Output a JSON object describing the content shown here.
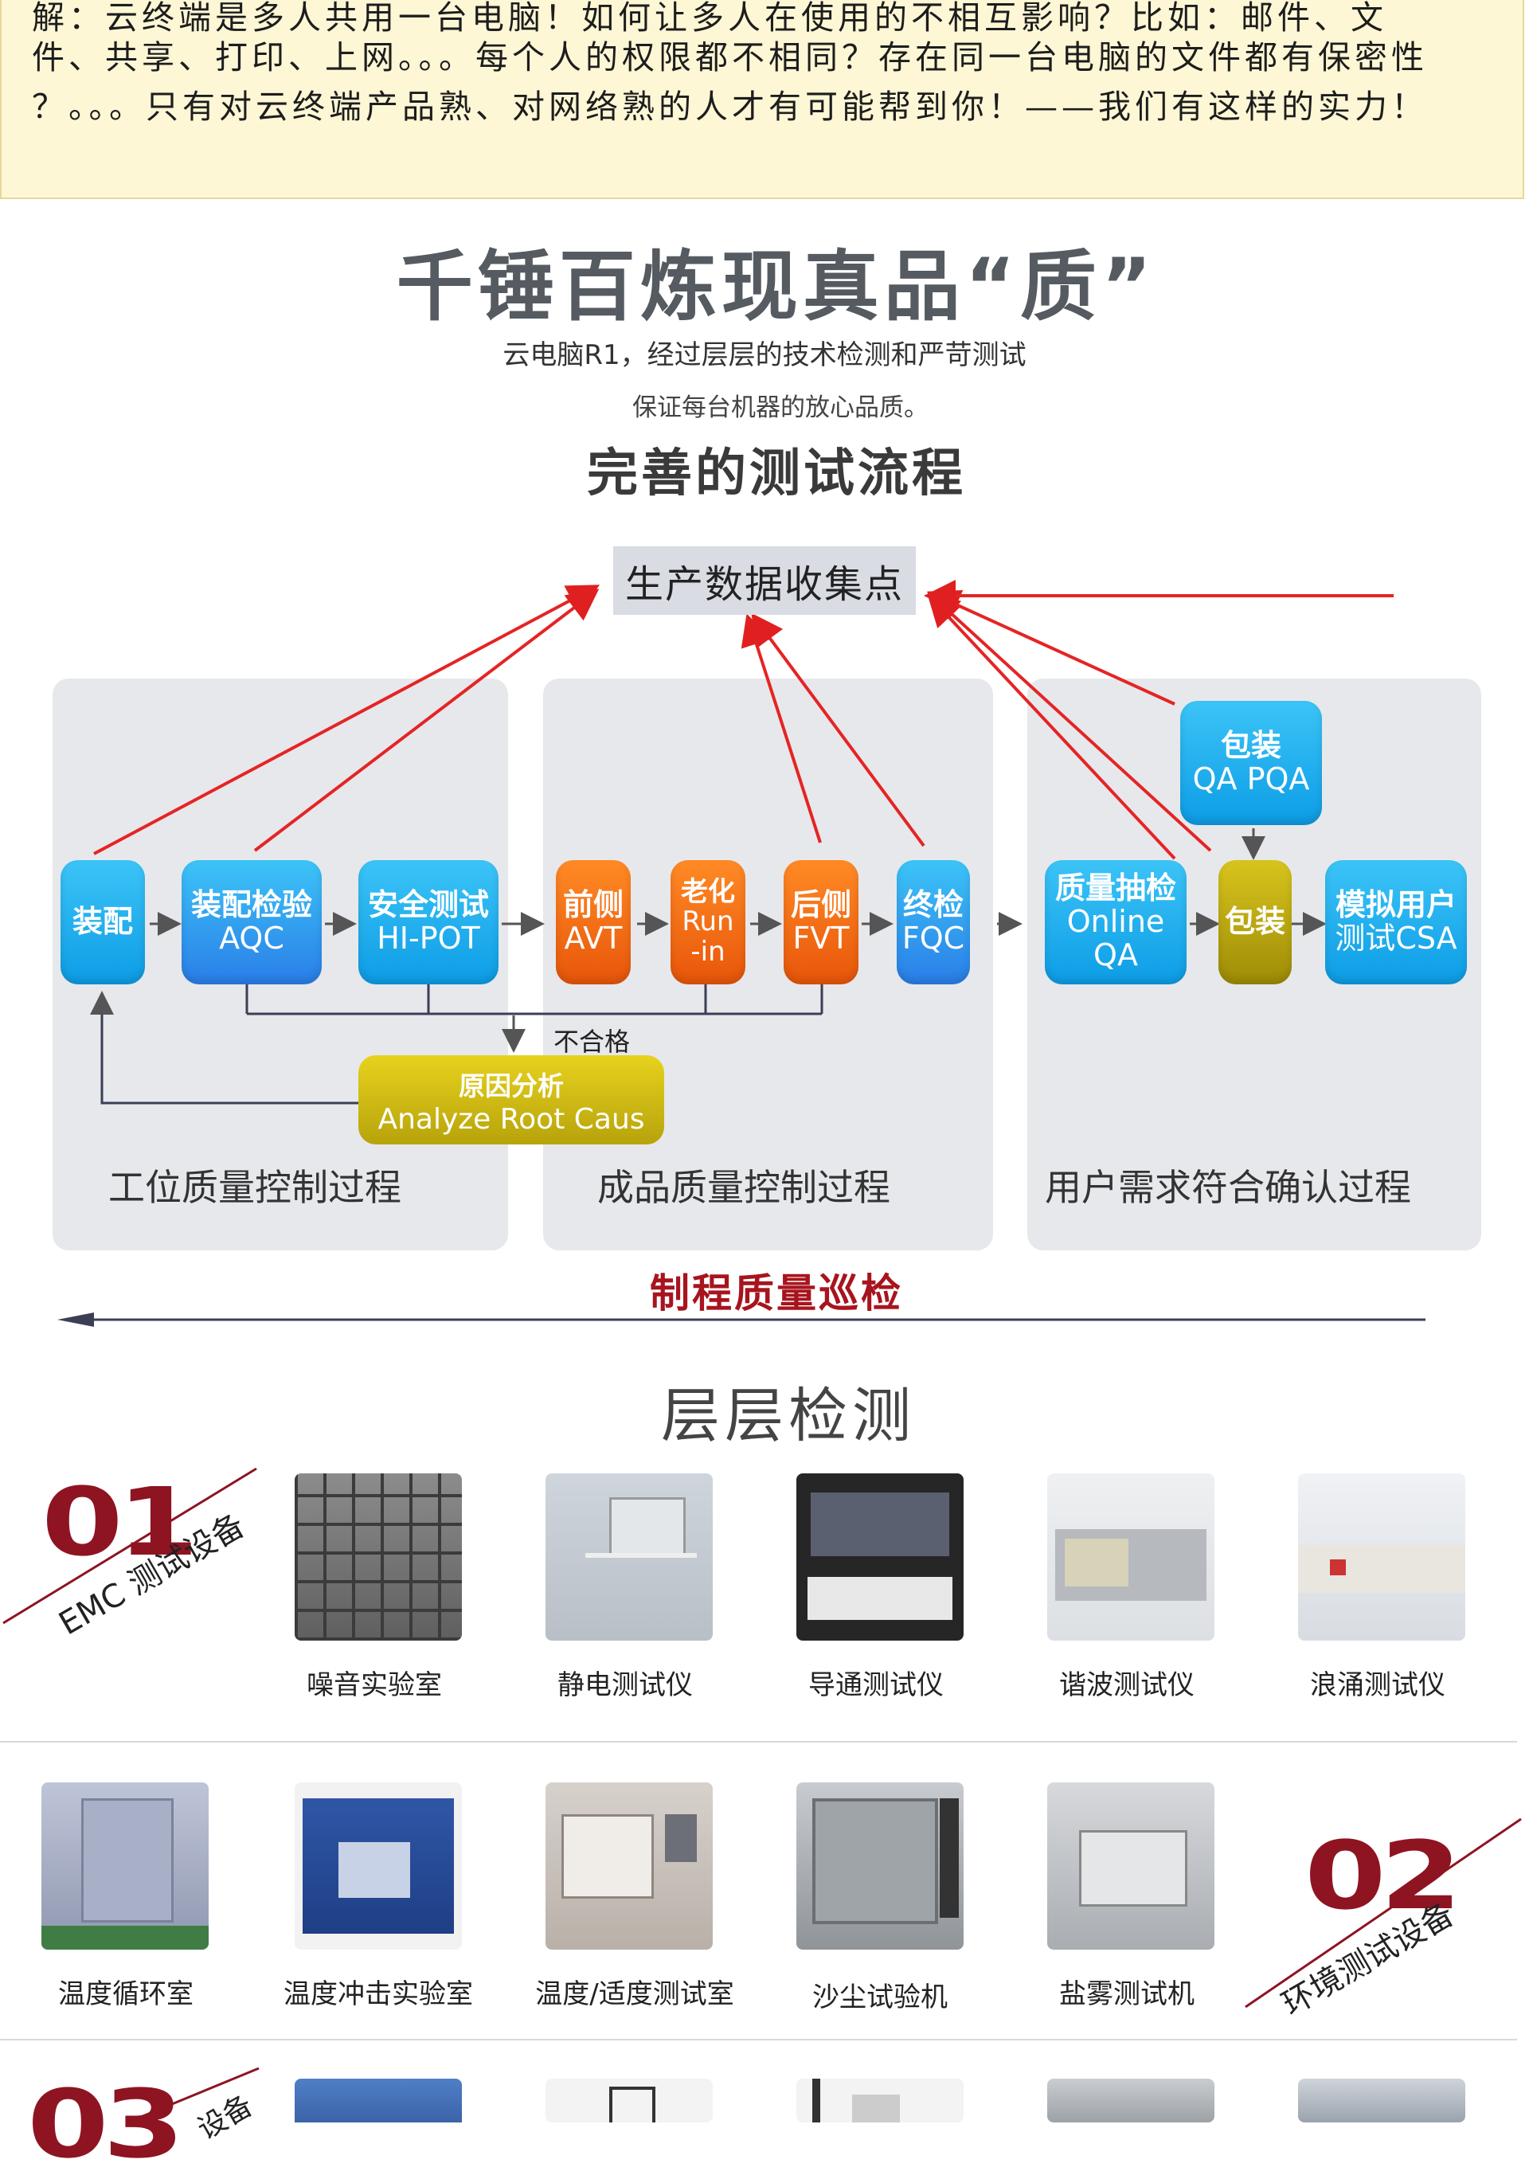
{
  "note": {
    "line1": "      解：云终端是多人共用一台电脑！如何让多人在使用的不相互影响？比如：邮件、文",
    "line2": "件、共享、打印、上网。。。每个人的权限都不相同？存在同一台电脑的文件都有保密性",
    "line3": "？。。。只有对云终端产品熟、对网络熟的人才有可能帮到你！——我们有这样的实力！"
  },
  "quality": {
    "title": "千锤百炼现真品“质”",
    "subtitle1": "云电脑R1，经过层层的技术检测和严苛测试",
    "subtitle2": "保证每台机器的放心品质。",
    "process_title": "完善的测试流程"
  },
  "flow": {
    "collect_point": "生产数据收集点",
    "panels": [
      "工位质量控制过程",
      "成品质量控制过程",
      "用户需求符合确认过程"
    ],
    "nodes": {
      "assemble": {
        "a": "装配"
      },
      "aqc": {
        "a": "装配检验",
        "b": "AQC"
      },
      "hipot": {
        "a": "安全测试",
        "b": "HI-POT"
      },
      "avt": {
        "a": "前侧",
        "b": "AVT"
      },
      "runin": {
        "a": "老化",
        "b": "Run",
        "c": "-in"
      },
      "fvt": {
        "a": "后侧",
        "b": "FVT"
      },
      "fqc": {
        "a": "终检",
        "b": "FQC"
      },
      "oqa": {
        "a": "质量抽检",
        "b": "Online",
        "c": "QA"
      },
      "pqa": {
        "a": "包装",
        "b": "QA PQA"
      },
      "pack": {
        "a": "包装"
      },
      "csa": {
        "a": "模拟用户",
        "b": "测试CSA"
      }
    },
    "reject_label": "不合格",
    "root_cause": {
      "a": "原因分析",
      "b": "Analyze Root Caus"
    },
    "patrol": "制程质量巡检"
  },
  "equipment": {
    "title": "层层检测",
    "badge1": {
      "num": "01",
      "text": "EMC 测试设备"
    },
    "badge2": {
      "num": "02",
      "text": "环境测试设备"
    },
    "badge3": {
      "num": "03",
      "text": "设备"
    },
    "row1": [
      "噪音实验室",
      "静电测试仪",
      "导通测试仪",
      "谐波测试仪",
      "浪涌测试仪"
    ],
    "row2": [
      "温度循环室",
      "温度冲击实验室",
      "温度/适度测试室",
      "沙尘试验机",
      "盐雾测试机"
    ]
  }
}
